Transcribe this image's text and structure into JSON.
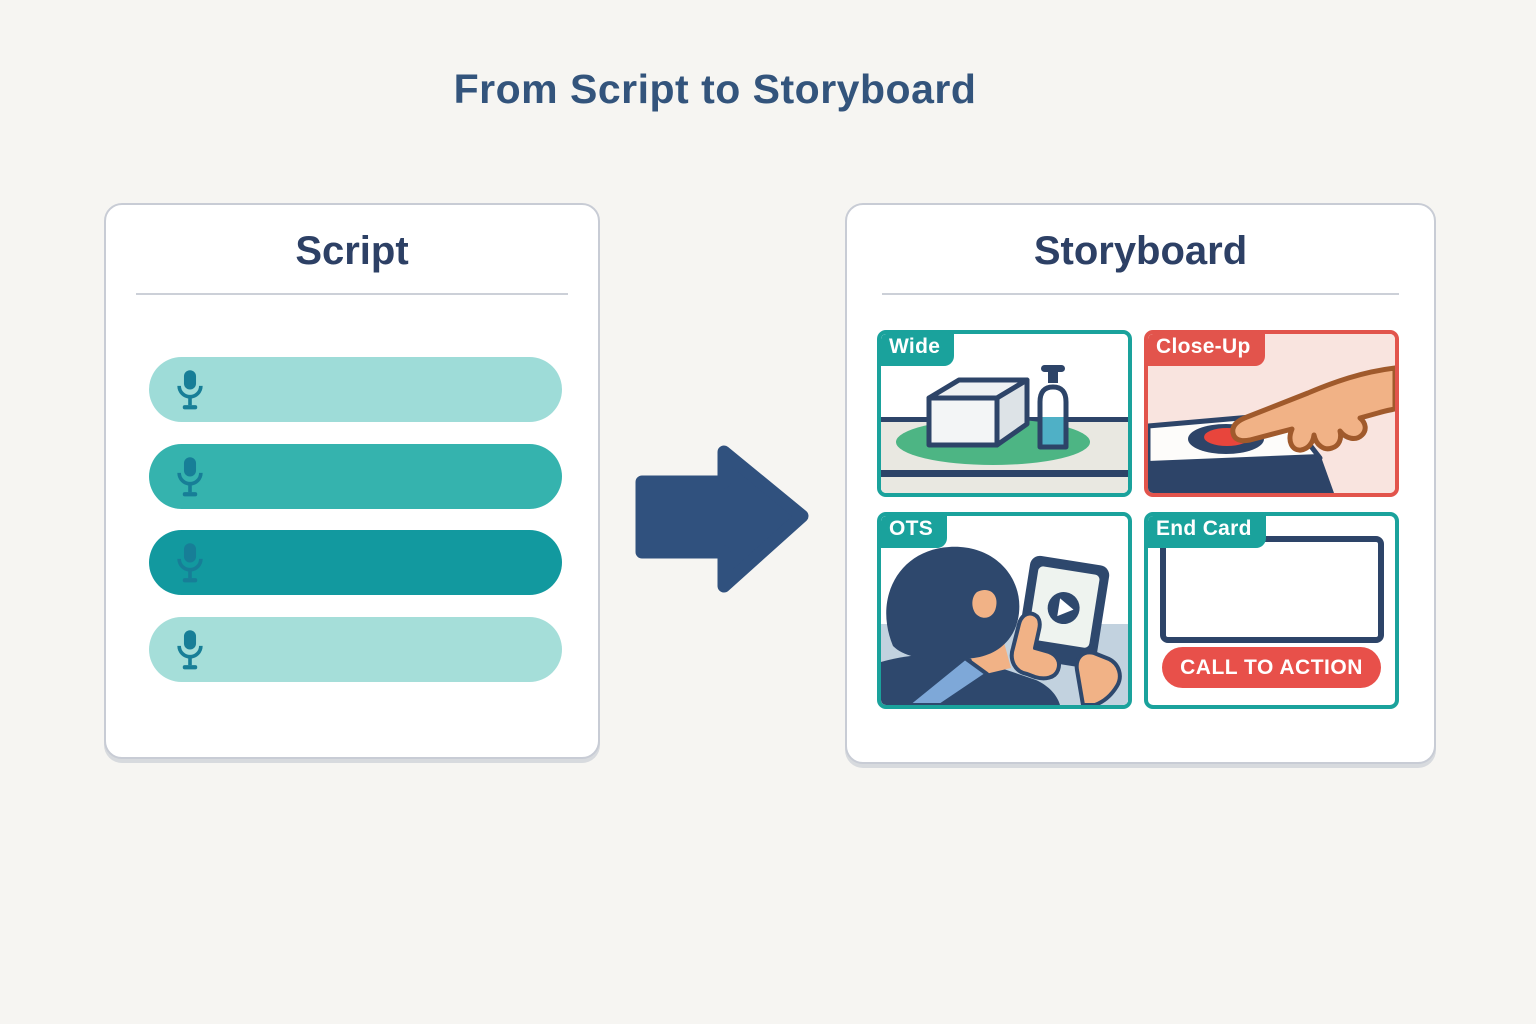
{
  "title": "From Script to Storyboard",
  "script_panel": {
    "title": "Script",
    "mic_icon": "microphone",
    "mic_color": "#177e97",
    "lines": [
      {
        "id": "line-1",
        "color": "#9edcd8"
      },
      {
        "id": "line-2",
        "color": "#35b3ae"
      },
      {
        "id": "line-3",
        "color": "#12999f"
      },
      {
        "id": "line-4",
        "color": "#a5ded9"
      }
    ]
  },
  "arrow": {
    "icon": "arrow-right",
    "color": "#30517e"
  },
  "storyboard_panel": {
    "title": "Storyboard",
    "frames": [
      {
        "id": "wide",
        "label": "Wide",
        "accent": "#1aa29c"
      },
      {
        "id": "close-up",
        "label": "Close-Up",
        "accent": "#e2544c"
      },
      {
        "id": "ots",
        "label": "OTS",
        "accent": "#1aa29c"
      },
      {
        "id": "end-card",
        "label": "End Card",
        "accent": "#1aa29c",
        "cta_label": "CALL TO ACTION",
        "cta_color": "#e8504a"
      }
    ]
  }
}
